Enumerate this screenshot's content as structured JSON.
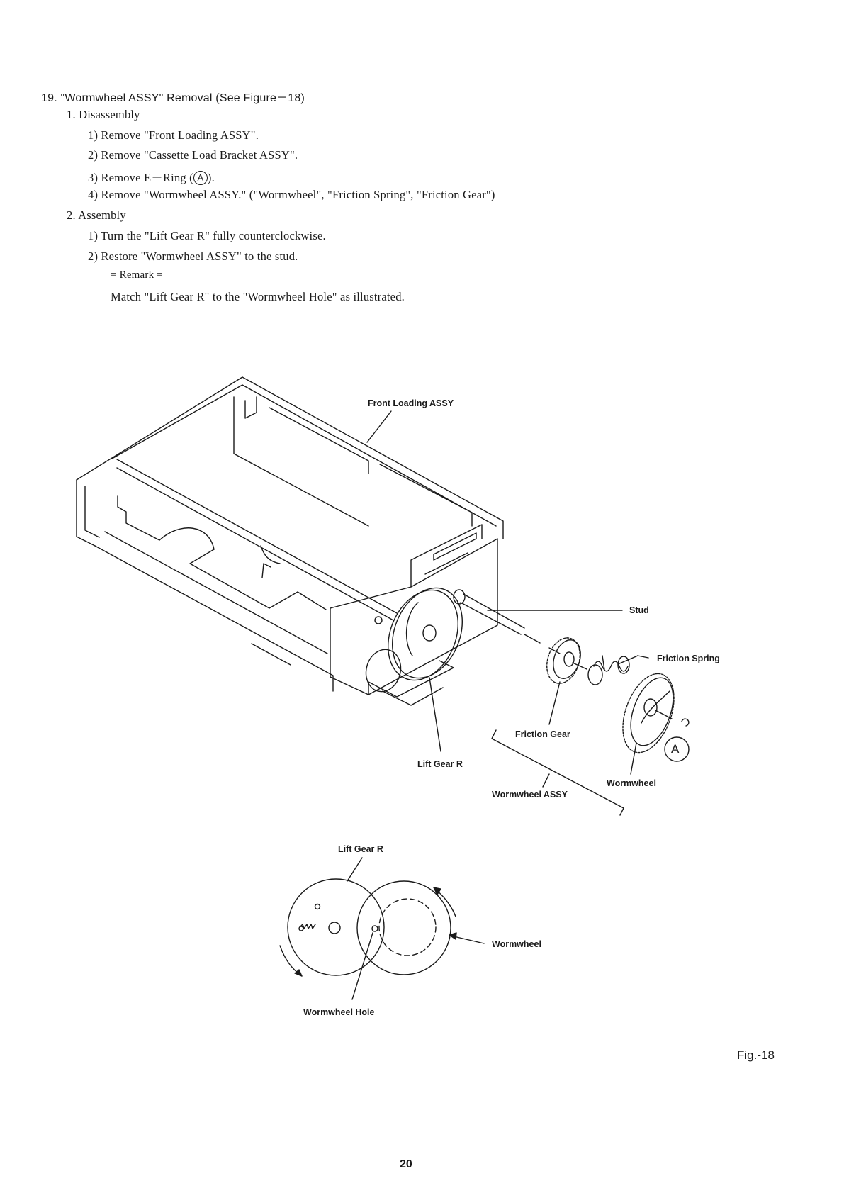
{
  "section": {
    "title": "19.  \"Wormwheel ASSY\"  Removal  (See Figure－18)",
    "subsections": [
      {
        "heading": "1. Disassembly",
        "steps": [
          "1) Remove  \"Front Loading ASSY\".",
          "2) Remove  \"Cassette Load Bracket ASSY\".",
          "3) Remove E－Ring (",
          "4) Remove  \"Wormwheel ASSY.\"   (\"Wormwheel\", \"Friction Spring\", \"Friction Gear\")"
        ],
        "step3_symbol": "A",
        "step3_suffix": ")."
      },
      {
        "heading": "2. Assembly",
        "steps": [
          "1) Turn the  \"Lift Gear R\"  fully counterclockwise.",
          "2) Restore  \"Wormwheel ASSY\"  to the stud."
        ],
        "remark_title": "= Remark =",
        "remark_text": "Match  \"Lift Gear R\"  to the  \"Wormwheel Hole\"  as illustrated."
      }
    ]
  },
  "figure": {
    "labels": {
      "front_loading": "Front Loading ASSY",
      "stud": "Stud",
      "friction_spring": "Friction Spring",
      "friction_gear": "Friction Gear",
      "lift_gear_r": "Lift Gear R",
      "wormwheel": "Wormwheel",
      "wormwheel_assy": "Wormwheel ASSY",
      "e_ring_mark": "A",
      "detail_lift_gear_r": "Lift Gear R",
      "detail_wormwheel": "Wormwheel",
      "detail_wormwheel_hole": "Wormwheel Hole"
    },
    "figure_number": "Fig.-18"
  },
  "page_number": "20"
}
